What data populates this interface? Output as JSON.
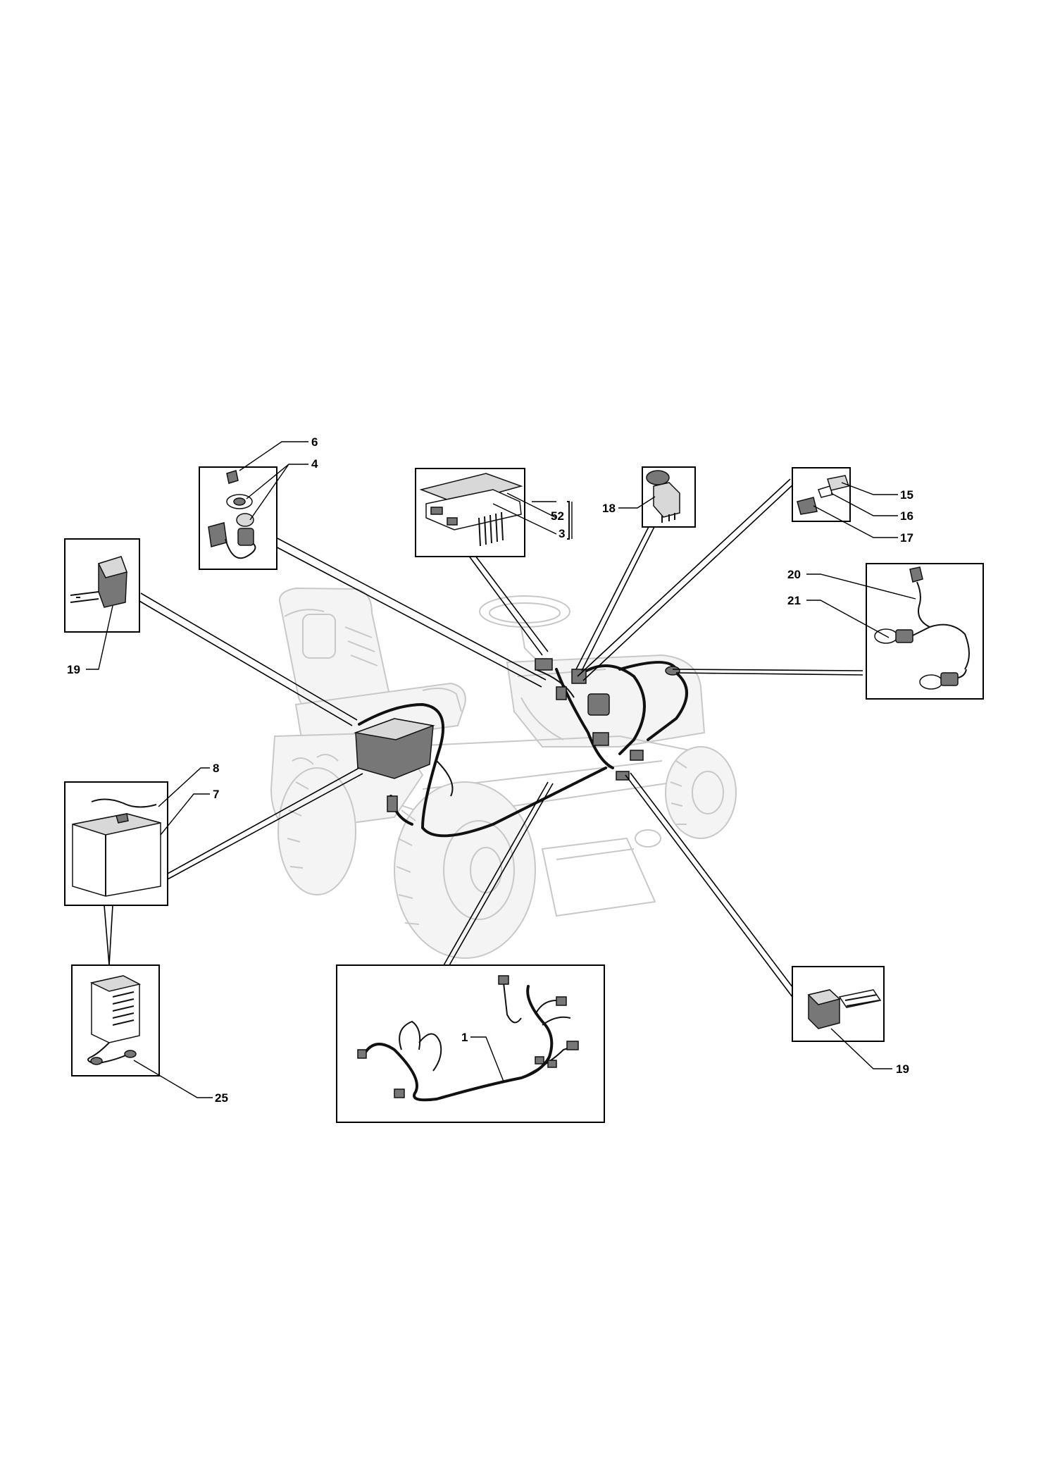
{
  "callouts": {
    "c1": "1",
    "c3": "3",
    "c4": "4",
    "c6": "6",
    "c7": "7",
    "c8": "8",
    "c15": "15",
    "c16": "16",
    "c17": "17",
    "c18": "18",
    "c19a": "19",
    "c19b": "19",
    "c20": "20",
    "c21": "21",
    "c25": "25",
    "c52": "52"
  }
}
